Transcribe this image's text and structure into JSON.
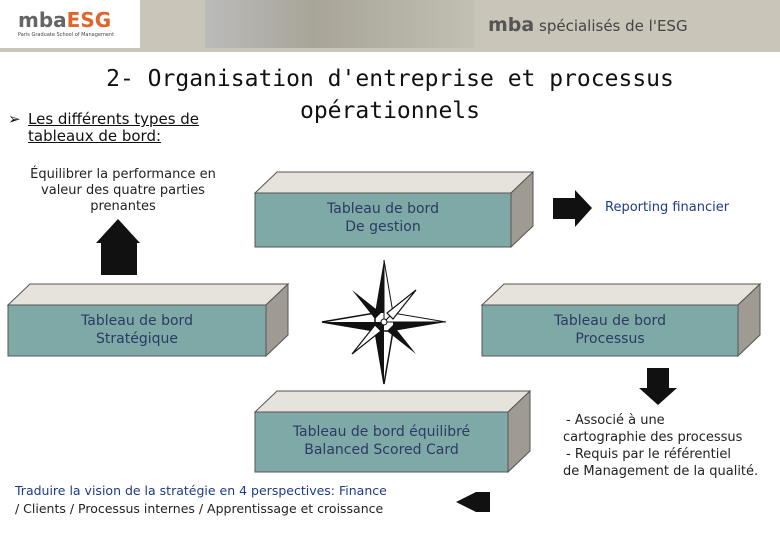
{
  "header": {
    "logo_prefix": "mba",
    "logo_suffix": "ESG",
    "logo_subtitle": "Paris Graduate School of Management",
    "tagline_mba": "mba",
    "tagline_rest": " spécialisés de l'ESG"
  },
  "title_line1": "2- Organisation d'entreprise et processus",
  "title_line2": "opérationnels",
  "bullet_text": "Les différents types de tableaux de bord:",
  "notes": {
    "top_left": "Équilibrer la performance en valeur des quatre parties prenantes",
    "reporting": "Reporting financier",
    "processus_line1": "- Associé à une",
    "processus_line2": "cartographie des processus",
    "processus_line3": "- Requis par le référentiel",
    "processus_line4": "de Management de la qualité.",
    "bottom_line1": "Traduire la vision de la stratégie en 4 perspectives: Finance",
    "bottom_line2": "/ Clients / Processus internes / Apprentissage et croissance"
  },
  "boxes": {
    "gestion_line1": "Tableau de bord",
    "gestion_line2": "De gestion",
    "strategique_line1": "Tableau de bord",
    "strategique_line2": "Stratégique",
    "processus_line1": "Tableau de bord",
    "processus_line2": "Processus",
    "equilibre_line1": "Tableau de bord équilibré",
    "equilibre_line2": "Balanced Scored Card"
  },
  "colors": {
    "box_front": "#7fa9a6",
    "box_top": "#e6e3dc",
    "box_side": "#9f9a92",
    "arrow": "#111111",
    "banner": "#c9c5b8",
    "logo_accent": "#e0642b"
  },
  "icons": [
    "arrow-up-icon",
    "arrow-right-icon",
    "arrow-down-icon",
    "arrow-left-icon",
    "compass-rose-icon"
  ]
}
